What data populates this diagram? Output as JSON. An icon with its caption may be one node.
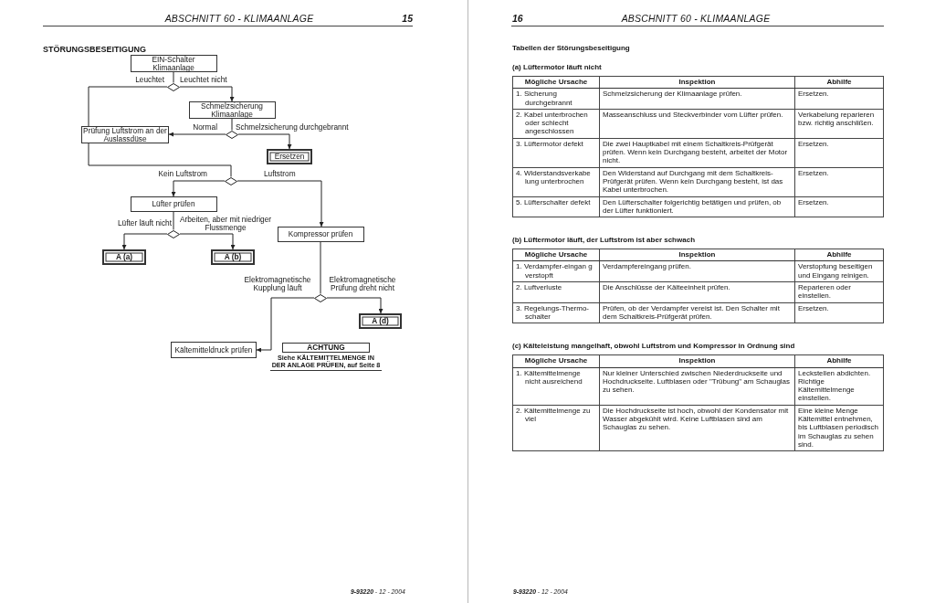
{
  "diagram": {
    "nodes": [
      {
        "text": [
          "EIN-Schalter Klimaanlage"
        ]
      },
      {
        "text": [],
        "shape": "diamond"
      },
      {
        "text": [
          "Schmelzsicherung Klimaanlage"
        ]
      },
      {
        "text": [
          "Prüfung Luftstrom an der Auslassdüse"
        ]
      },
      {
        "text": [],
        "shape": "diamond"
      },
      {
        "text": [
          "Ersetzen"
        ]
      },
      {
        "text": [],
        "shape": "diamond"
      },
      {
        "text": [
          "Lüfter prüfen"
        ]
      },
      {
        "text": [],
        "shape": "diamond"
      },
      {
        "text": [
          "A (a)"
        ]
      },
      {
        "text": [
          "A (b)"
        ]
      },
      {
        "text": [
          "Kompressor prüfen"
        ]
      },
      {
        "text": [],
        "shape": "diamond"
      },
      {
        "text": [
          "A (d)"
        ]
      },
      {
        "text": [
          "Kältemitteldruck prüfen"
        ]
      },
      {
        "text": [
          "ACHTUNG"
        ],
        "beside": [
          "Siehe KÄLTEMITTELMENGE IN DER ANLAGE PRÜFEN, auf Seite 8"
        ]
      }
    ],
    "edges": [
      {
        "from": 0,
        "to": 1,
        "arrow": "none"
      },
      {
        "from": 1,
        "to": 3,
        "arrow": "none",
        "label": "Leuchtet"
      },
      {
        "from": 1,
        "to": 2,
        "arrow": "to",
        "label": "Leuchtet nicht"
      },
      {
        "from": 2,
        "to": 4,
        "arrow": "none"
      },
      {
        "from": 4,
        "to": 3,
        "arrow": "to",
        "label": "Normal"
      },
      {
        "from": 4,
        "to": 5,
        "arrow": "to",
        "label": "Schmelzsicherung durchgebrannt"
      },
      {
        "from": 3,
        "to": 6,
        "arrow": "none"
      },
      {
        "from": 6,
        "to": 7,
        "arrow": "to",
        "label": "Kein Luftstrom"
      },
      {
        "from": 6,
        "to": 11,
        "arrow": "to",
        "label": "Luftstrom"
      },
      {
        "from": 7,
        "to": 8,
        "arrow": "none"
      },
      {
        "from": 8,
        "to": 9,
        "arrow": "to",
        "label": "Lüfter läuft nicht"
      },
      {
        "from": 8,
        "to": 10,
        "arrow": "to",
        "label": "Arbeiten, aber mit niedriger Flussmenge"
      },
      {
        "from": 11,
        "to": 12,
        "arrow": "none"
      },
      {
        "from": 12,
        "to": 14,
        "arrow": "to",
        "label": "Elektromagnetische Kupplung läuft"
      },
      {
        "from": 12,
        "to": 13,
        "arrow": "to",
        "label": "Elektromagnetische Prüfung dreht nicht"
      }
    ],
    "labels": [
      "ABSCHNITT 60 - KLIMAANLAGE",
      "15",
      "STÖRUNGSBESEITIGUNG",
      "**9-93220** - 12 - 2004",
      "16",
      "ABSCHNITT 60 - KLIMAANLAGE",
      "Tabellen der Störungsbeseitigung",
      "(a) Lüftermotor läuft nicht",
      "Mögliche Ursache",
      "Inspektion",
      "Abhilfe",
      "1. Sicherung durchgebrannt",
      "Schmelzsicherung der Klimaanlage prüfen.",
      "Ersetzen.",
      "2. Kabel unterbrochen oder schlecht angeschlossen",
      "Masseanschluss und Steckverbinder vom Lüfter prüfen.",
      "Verkabelung reparieren bzw. richtig anschlißen.",
      "3. Lüftermotor defekt",
      "Die zwei Hauptkabel mit einem Schaltkreis-Prüfgerät prüfen. Wenn kein Durchgang besteht, arbeitet der Motor nicht.",
      "Ersetzen.",
      "4. Widerstandsverkabe lung unterbrochen",
      "Den Widerstand auf Durchgang mit dem Schaltkreis-Prüfgerät prüfen. Wenn kein Durchgang besteht, ist das Kabel unterbrochen.",
      "Ersetzen.",
      "5. Lüfterschalter defekt",
      "Den Lüfterschalter folgerichtig betätigen und prüfen, ob der Lüfter funktioniert.",
      "Ersetzen.",
      "(b) Lüftermotor läuft, der Luftstrom ist aber schwach",
      "Mögliche Ursache",
      "Inspektion",
      "Abhilfe",
      "1. Verdampfer-eingan g verstopft",
      "Verdampfereingang prüfen.",
      "Verstopfung beseitigen und Eingang reinigen.",
      "2. Luftverluste",
      "Die Anschlüsse der Kälteeinheit prüfen.",
      "Reparieren oder einstellen.",
      "3. Regelungs-Thermo- schalter",
      "Prüfen, ob der Verdampfer vereist ist. Den Schalter mit dem Schaltkreis-Prüfgerät prüfen.",
      "Ersetzen.",
      "(c) Kälteleistung mangelhaft, obwohl Luftstrom und Kompressor in Ordnung sind",
      "Mögliche Ursache",
      "Inspektion",
      "Abhilfe",
      "1. Kältemittelmenge nicht ausreichend",
      "Nur kleiner Unterschied zwischen Niederdruckseite und Hochdruckseite. Luftblasen oder \"Trübung\" am Schauglas zu sehen.",
      "Leckstellen abdichten. Richtige Kältemittelmenge einstellen.",
      "2. Kältemittelmenge zu viel",
      "Die Hochdruckseite ist hoch, obwohl der Kondensator mit Wasser abgekühlt wird. Keine Luftblasen sind am Schauglas zu sehen.",
      "Eine kleine Menge Kältemittel entnehmen, bis Luftblasen periodisch im Schauglas zu sehen sind.",
      "**9-93220** - 12 - 2004"
    ]
  }
}
